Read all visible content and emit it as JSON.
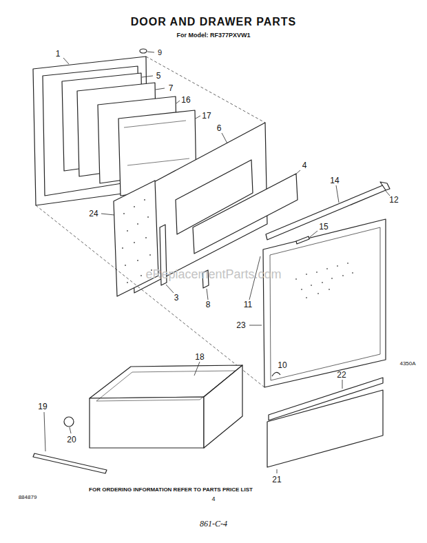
{
  "diagram": {
    "title": "DOOR AND DRAWER PARTS",
    "labels": [
      "For Model: RF377PXVW1",
      "1",
      "9",
      "5",
      "7",
      "16",
      "17",
      "6",
      "4",
      "14",
      "12",
      "15",
      "24",
      "3",
      "8",
      "11",
      "23",
      "10",
      "4350A",
      "18",
      "19",
      "20",
      "22",
      "21",
      "eReplacementParts.com",
      "FOR ORDERING INFORMATION REFER TO PARTS PRICE LIST",
      "884879",
      "4",
      "861-C-4"
    ]
  }
}
